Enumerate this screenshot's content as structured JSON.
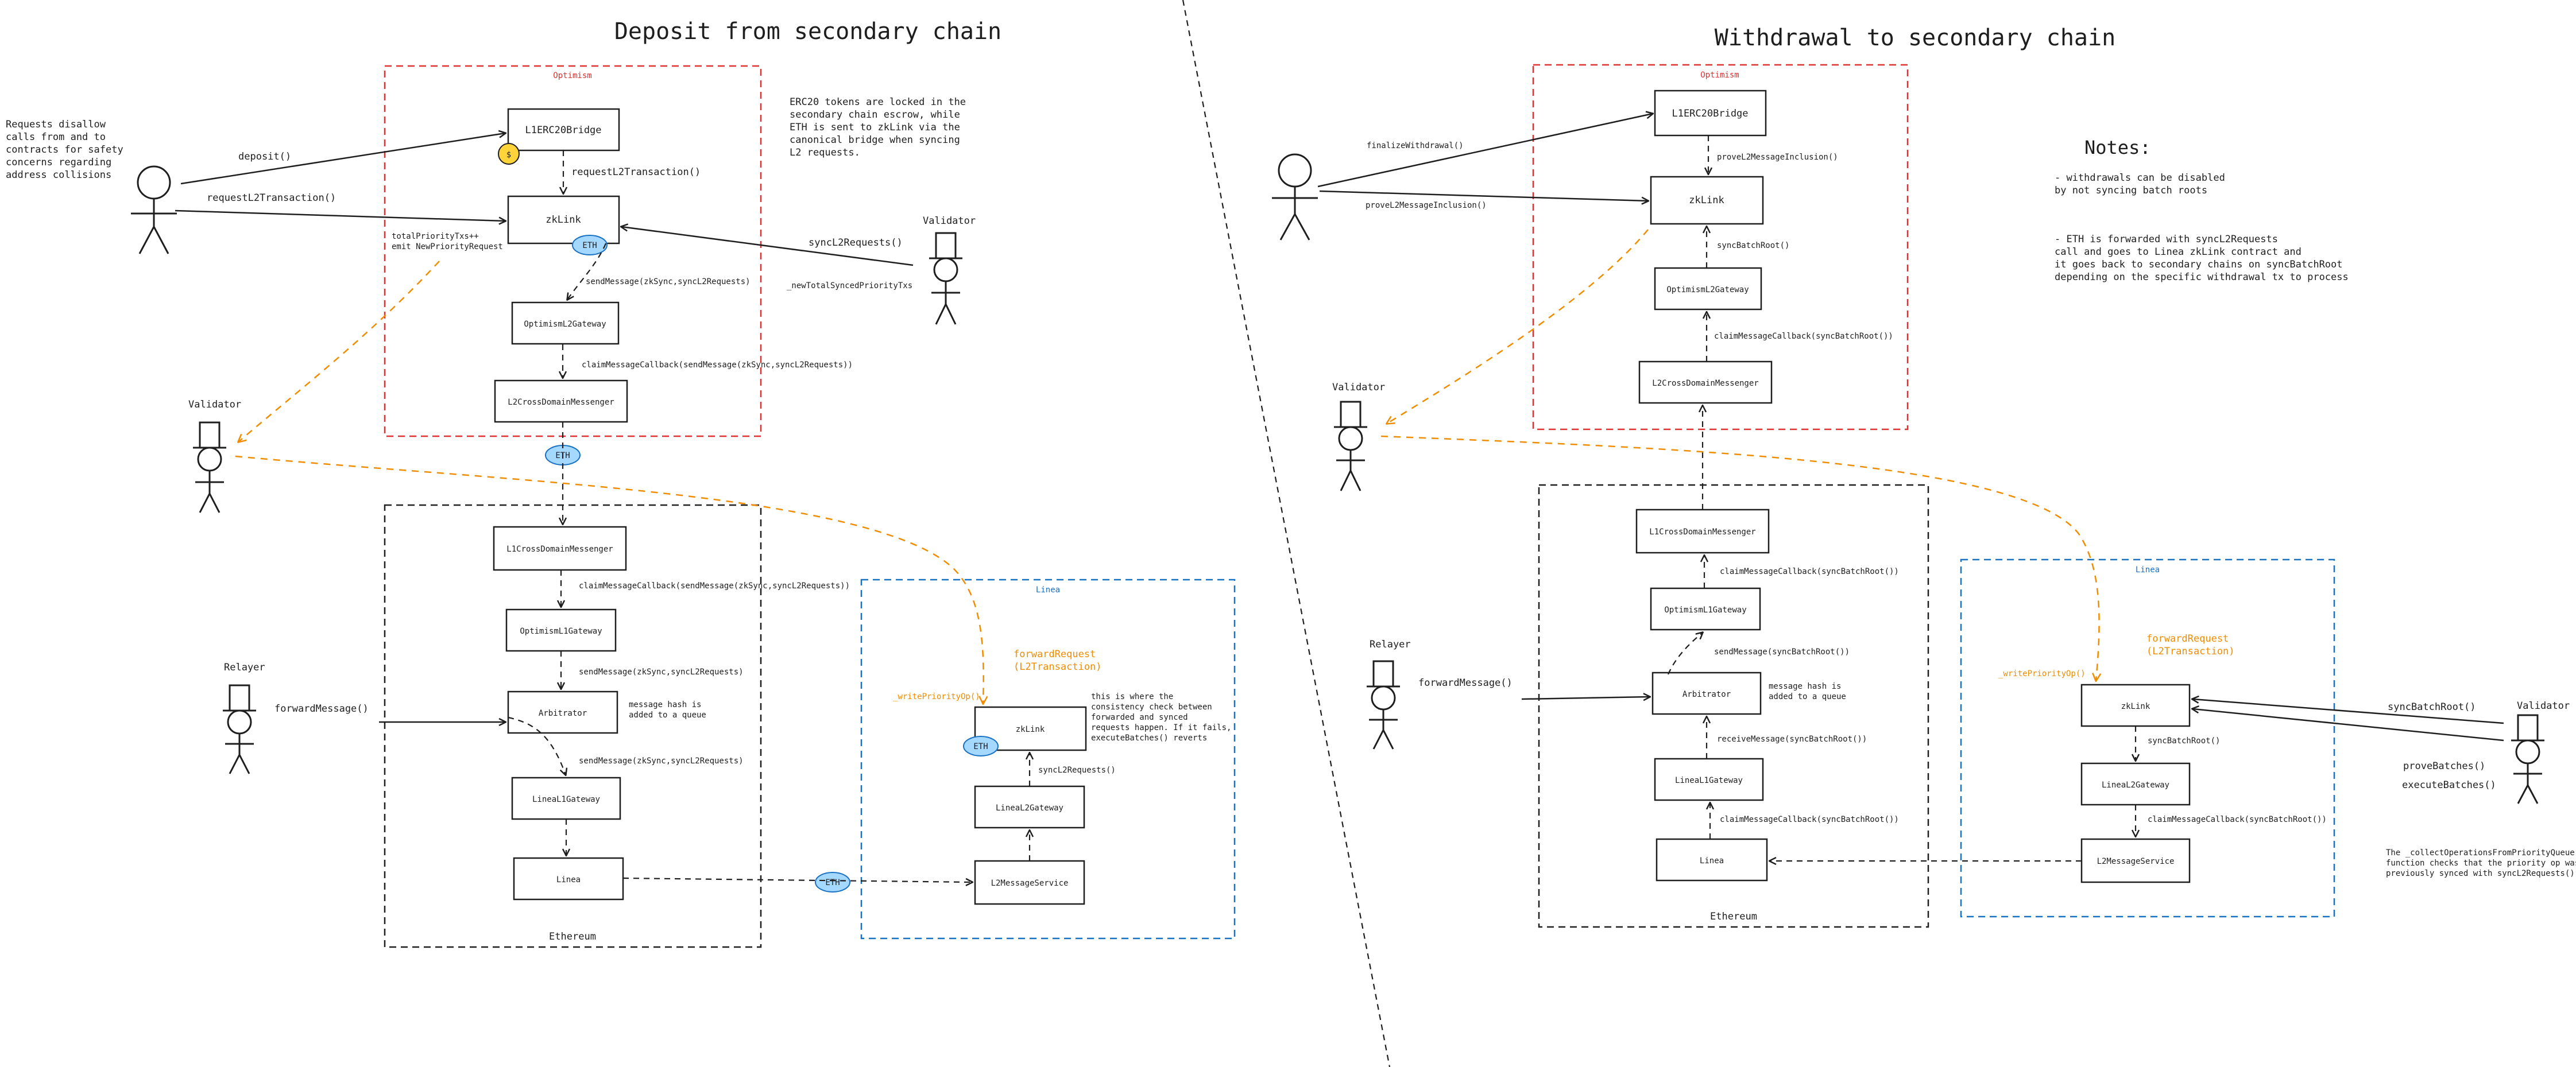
{
  "left": {
    "title": "Deposit from secondary chain",
    "zones": {
      "optimism": "Optimism",
      "ethereum": "Ethereum",
      "linea": "Linea"
    },
    "boxes": {
      "l1erc20bridge": "L1ERC20Bridge",
      "zklink": "zkLink",
      "optimism_l2_gateway": "OptimismL2Gateway",
      "l2_cross_domain_messenger": "L2CrossDomainMessenger",
      "l1_cross_domain_messenger": "L1CrossDomainMessenger",
      "optimism_l1_gateway": "OptimismL1Gateway",
      "arbitrator": "Arbitrator",
      "linea_l1_gateway": "LineaL1Gateway",
      "linea": "Linea",
      "zklink_linea": "zkLink",
      "linea_l2_gateway": "LineaL2Gateway",
      "l2_message_service": "L2MessageService"
    },
    "labels": {
      "user_note": [
        "Requests disallow",
        "calls from and to",
        "contracts for safety",
        "concerns regarding",
        "address collisions"
      ],
      "deposit": "deposit()",
      "request_l2_transaction": "requestL2Transaction()",
      "request_l2_transaction_inner": "requestL2Transaction()",
      "escrow_note": [
        "ERC20 tokens are locked in the",
        "secondary chain escrow, while",
        "ETH is sent to zkLink via the",
        "canonical bridge when syncing",
        "L2 requests."
      ],
      "validator": "Validator",
      "sync_l2_requests": "syncL2Requests()",
      "new_total_synced": "_newTotalSyncedPriorityTxs",
      "priority_note": [
        "totalPriorityTxs++",
        "emit NewPriorityRequest"
      ],
      "send_message_1": "sendMessage(zkSync,syncL2Requests)",
      "claim_message_1": "claimMessageCallback(sendMessage(zkSync,syncL2Requests))",
      "claim_message_2": "claimMessageCallback(sendMessage(zkSync,syncL2Requests))",
      "send_message_2": "sendMessage(zkSync,syncL2Requests)",
      "send_message_3": "sendMessage(zkSync,syncL2Requests)",
      "message_hash_note": [
        "message hash is",
        "added to a queue"
      ],
      "relayer": "Relayer",
      "forward_message": "forwardMessage()",
      "write_priority_op": "_writePriorityOp()",
      "forward_request": [
        "forwardRequest",
        "(L2Transaction)"
      ],
      "consistency_note": [
        "this is where the",
        "consistency check between",
        "forwarded and synced",
        "requests happen. If it fails,",
        "executeBatches() reverts"
      ],
      "sync_l2_requests_linea": "syncL2Requests()",
      "eth": "ETH",
      "coin": "$"
    }
  },
  "right": {
    "title": "Withdrawal to secondary chain",
    "zones": {
      "optimism": "Optimism",
      "ethereum": "Ethereum",
      "linea": "Linea"
    },
    "boxes": {
      "l1erc20bridge": "L1ERC20Bridge",
      "zklink": "zkLink",
      "optimism_l2_gateway": "OptimismL2Gateway",
      "l2_cross_domain_messenger": "L2CrossDomainMessenger",
      "l1_cross_domain_messenger": "L1CrossDomainMessenger",
      "optimism_l1_gateway": "OptimismL1Gateway",
      "arbitrator": "Arbitrator",
      "linea_l1_gateway": "LineaL1Gateway",
      "linea": "Linea",
      "zklink_linea": "zkLink",
      "linea_l2_gateway": "LineaL2Gateway",
      "l2_message_service": "L2MessageService"
    },
    "labels": {
      "finalize_withdrawal": "finalizeWithdrawal()",
      "prove_l2_inclusion_1": "proveL2MessageInclusion()",
      "prove_l2_inclusion_2": "proveL2MessageInclusion()",
      "sync_batch_root": "syncBatchRoot()",
      "claim_callback_1": "claimMessageCallback(syncBatchRoot())",
      "claim_callback_2": "claimMessageCallback(syncBatchRoot())",
      "send_message": "sendMessage(syncBatchRoot())",
      "receive_message": "receiveMessage(syncBatchRoot())",
      "claim_callback_3": "claimMessageCallback(syncBatchRoot())",
      "message_hash_note": [
        "message hash is",
        "added to a queue"
      ],
      "validator_op": "Validator",
      "relayer": "Relayer",
      "forward_message": "forwardMessage()",
      "write_priority_op": "_writePriorityOp()",
      "forward_request": [
        "forwardRequest",
        "(L2Transaction)"
      ],
      "sync_batch_root_linea": "syncBatchRoot()",
      "claim_callback_linea": "claimMessageCallback(syncBatchRoot())",
      "validator_linea": "Validator",
      "sync_batch_root_v": "syncBatchRoot()",
      "prove_batches": "proveBatches()",
      "execute_batches": "executeBatches()",
      "collect_note": [
        "The _collectOperationsFromPriorityQueue",
        "function checks that the priority op was",
        "previously synced with syncL2Requests()"
      ],
      "notes_title": "Notes:",
      "notes": [
        "- withdrawals can be disabled",
        "  by not syncing batch roots",
        "",
        "- ETH is forwarded with syncL2Requests",
        "call and goes to Linea zkLink contract and",
        "it goes back to secondary chains on syncBatchRoot",
        "depending on the specific withdrawal tx to process"
      ]
    }
  },
  "colors": {
    "optimism": "#e03131",
    "linea": "#1971c2",
    "highlight": "#f08c00",
    "eth": "#a5d8ff",
    "coin": "#ffd43b"
  }
}
